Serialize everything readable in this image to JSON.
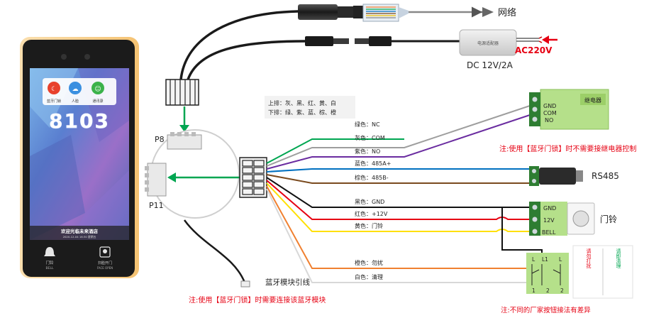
{
  "colors": {
    "green": "#00a651",
    "gray": "#9e9e9e",
    "purple": "#6a2ca0",
    "blue": "#0070c0",
    "brown": "#7a4a1e",
    "black": "#111111",
    "red": "#e60012",
    "yellow": "#ffe000",
    "orange": "#f08030",
    "white_wire": "#d8d8d8",
    "relay_green": "#b5e08a",
    "note_red": "#e60012",
    "device_frame": "#1a1a1a",
    "device_glow": "#f5c878"
  },
  "device": {
    "time_display": "8103",
    "app_icons": [
      {
        "label": "蓝牙门锁",
        "color": "#e8412c"
      },
      {
        "label": "人脸",
        "color": "#3a8fe0"
      },
      {
        "label": "通讯录",
        "color": "#3bb24a"
      }
    ],
    "welcome_text": "欢迎光临未来酒店",
    "sub_text": "2020-12-04 16:30 星期五",
    "bell_label": "门铃",
    "bell_sub": "BELL",
    "face_label": "扫脸开门",
    "face_sub": "FACE OPEN"
  },
  "network": {
    "label": "网络"
  },
  "power": {
    "adapter_label": "电源适配器",
    "input_label": "AC220V",
    "output_label": "DC 12V/2A"
  },
  "connectors": {
    "p8": "P8",
    "p11": "P11",
    "bluetooth_lead": "蓝牙模块引线"
  },
  "legend": {
    "top_row": "上排：灰、黑、红、黄、白",
    "bottom_row": "下排：绿、紫、蓝、棕、橙"
  },
  "wires": [
    {
      "label": "绿色：NC",
      "color_key": "green"
    },
    {
      "label": "灰色：COM",
      "color_key": "gray"
    },
    {
      "label": "紫色：NO",
      "color_key": "purple"
    },
    {
      "label": "蓝色：485A+",
      "color_key": "blue"
    },
    {
      "label": "棕色：485B-",
      "color_key": "brown"
    },
    {
      "label": "黑色：GND",
      "color_key": "black"
    },
    {
      "label": "红色：+12V",
      "color_key": "red"
    },
    {
      "label": "黄色：门铃",
      "color_key": "yellow"
    },
    {
      "label": "橙色：勿扰",
      "color_key": "orange"
    },
    {
      "label": "白色：清理",
      "color_key": "white_wire"
    }
  ],
  "relay": {
    "title": "继电器",
    "terminals": [
      "GND",
      "COM",
      "NO"
    ],
    "note": "注:使用【蓝牙门锁】时不需要接继电器控制"
  },
  "rs485": {
    "label": "RS485"
  },
  "doorbell": {
    "terminals": [
      "GND",
      "12V",
      "BELL"
    ],
    "label": "门铃"
  },
  "buttons": {
    "left_pins_top": [
      "L",
      "L1",
      "L"
    ],
    "left_pins_bottom": [
      "1",
      "2",
      "2"
    ],
    "dnd_label": "请勿打扰",
    "clean_label": "请即清理",
    "note": "注:不同的厂家按钮接法有差异"
  },
  "bluetooth_note": "注:使用【蓝牙门锁】时需要连接该蓝牙模块"
}
